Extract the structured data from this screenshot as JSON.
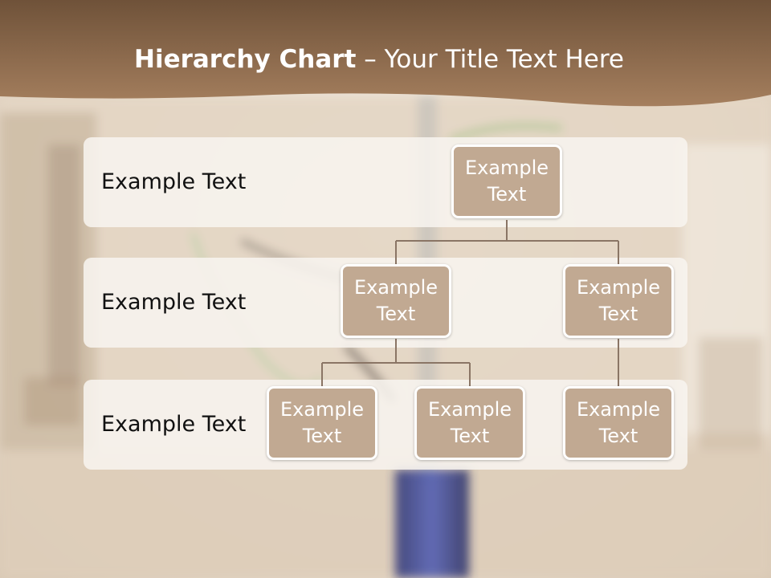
{
  "title": {
    "bold": "Hierarchy Chart",
    "rest": " – Your Title Text Here"
  },
  "rows": [
    {
      "label": "Example Text"
    },
    {
      "label": "Example Text"
    },
    {
      "label": "Example Text"
    }
  ],
  "nodes": {
    "root": "Example\nText",
    "level2_left": "Example\nText",
    "level2_right": "Example\nText",
    "level3_a": "Example\nText",
    "level3_b": "Example\nText",
    "level3_c": "Example\nText"
  },
  "colors": {
    "header": "#8e6a4c",
    "node_fill": "#c1a992",
    "connector": "#8a7565",
    "band": "#f8f4f0"
  }
}
